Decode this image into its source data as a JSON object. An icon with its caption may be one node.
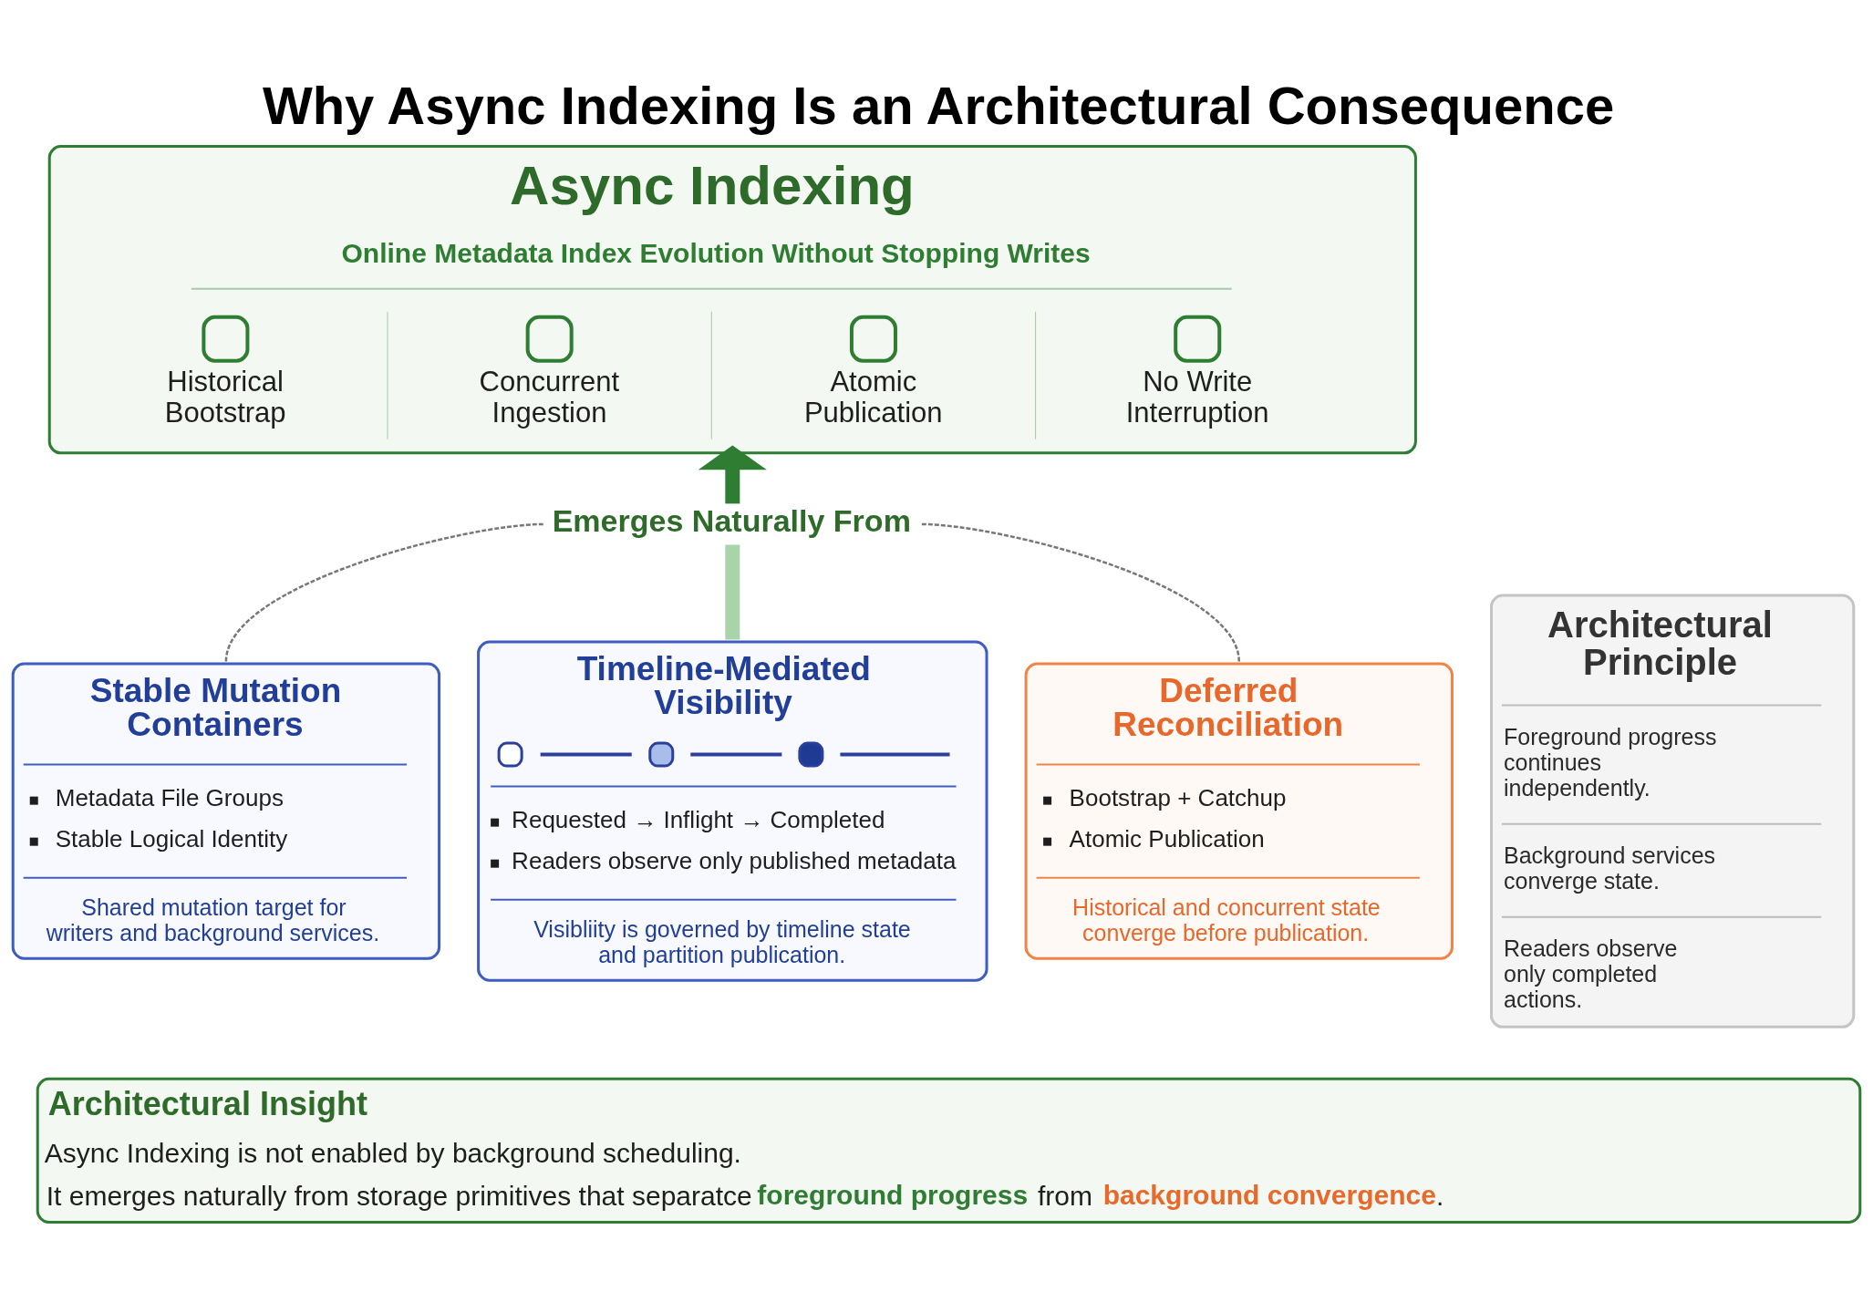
{
  "diagram": {
    "title": "Why Async Indexing Is an Architectural Consequence",
    "nodes": [
      {
        "text": [
          "Async Indexing",
          "Online Metadata Index Evolution Without Stopping Writes",
          "Historical Bootstrap",
          "Concurrent Ingestion",
          "Atomic Publication",
          "No Write Interruption"
        ]
      },
      {
        "text": [
          "Emerges Naturally From"
        ]
      },
      {
        "text": [
          "Stable Mutation Containers",
          "Metadata File Groups",
          "Stable Logical Identity",
          "Shared mutation target for writers and background services."
        ]
      },
      {
        "text": [
          "Timeline-Mediated Visibility",
          "Requested → Inflight → Completed",
          "Readers observe only published metadata",
          "Visibliity is governed by timeline state and partition publication."
        ]
      },
      {
        "text": [
          "Deferred Reconciliation",
          "Bootstrap + Catchup",
          "Atomic Publication",
          "Historical and concurrent state converge before publication."
        ]
      },
      {
        "text": [
          "Architectural Principle",
          "Foreground progress continues independently.",
          "Background services converge state.",
          "Readers observe only completed actions."
        ]
      },
      {
        "text": [
          "Architectural Insight",
          "Async Indexing is not enabled by background scheduling.",
          "It emerges naturally from storage primitives that separatce **foreground progress** from **background convergence**."
        ]
      }
    ],
    "edges": [
      {
        "from": 2,
        "to": 1,
        "arrow": "none",
        "style": "dashed"
      },
      {
        "from": 4,
        "to": 1,
        "arrow": "none",
        "style": "dashed"
      },
      {
        "from": 3,
        "to": 1,
        "arrow": "none",
        "style": "thick",
        "color": "#a9d3a9"
      },
      {
        "from": 1,
        "to": 0,
        "arrow": "to",
        "style": "thick",
        "color": "#2e7d32"
      }
    ]
  }
}
